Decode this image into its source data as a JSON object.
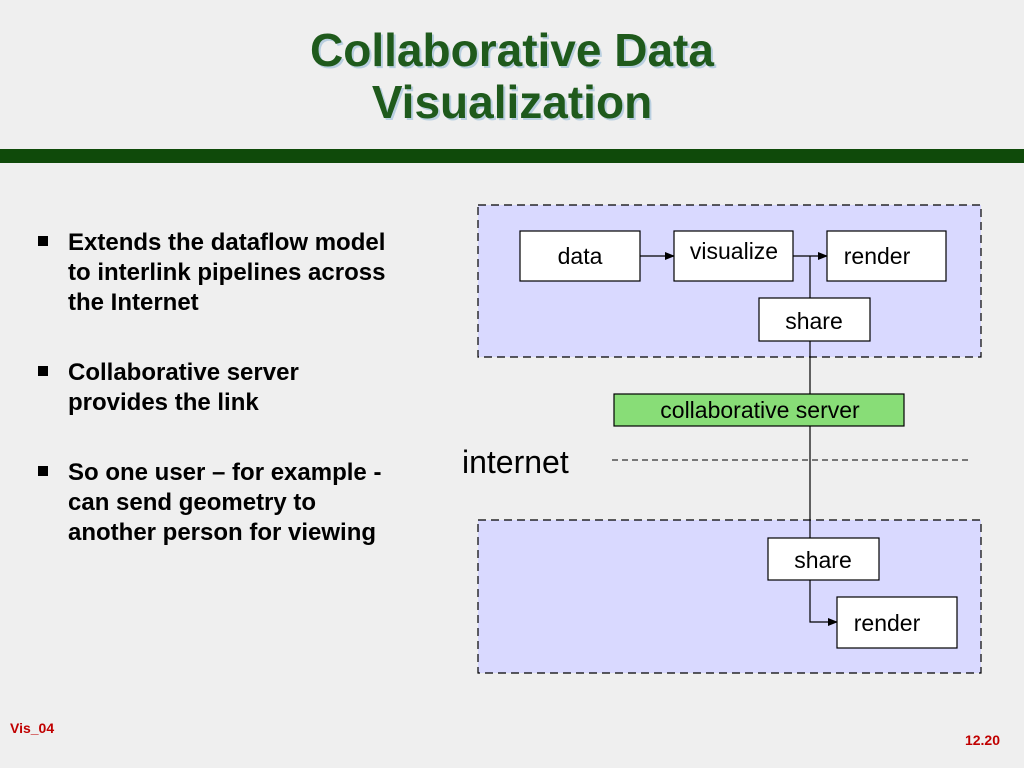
{
  "slide": {
    "title_line1": "Collaborative Data",
    "title_line2": "Visualization",
    "footer_left": "Vis_04",
    "footer_right": "12.20",
    "colors": {
      "title": "#1f5a1c",
      "rule": "#0f4a0a",
      "panel_fill": "#d9d9ff",
      "server_fill": "#88dd77",
      "footer": "#c00000"
    }
  },
  "bullets": [
    {
      "text": "Extends the dataflow model to interlink pipelines across the Internet"
    },
    {
      "text": "Collaborative server provides the link"
    },
    {
      "text": "So one user – for example - can send geometry to another person for viewing"
    }
  ],
  "diagram": {
    "top": {
      "data": "data",
      "visualize": "visualize",
      "render": "render",
      "share": "share"
    },
    "server": "collaborative server",
    "internet": "internet",
    "bottom": {
      "share": "share",
      "render": "render"
    }
  }
}
